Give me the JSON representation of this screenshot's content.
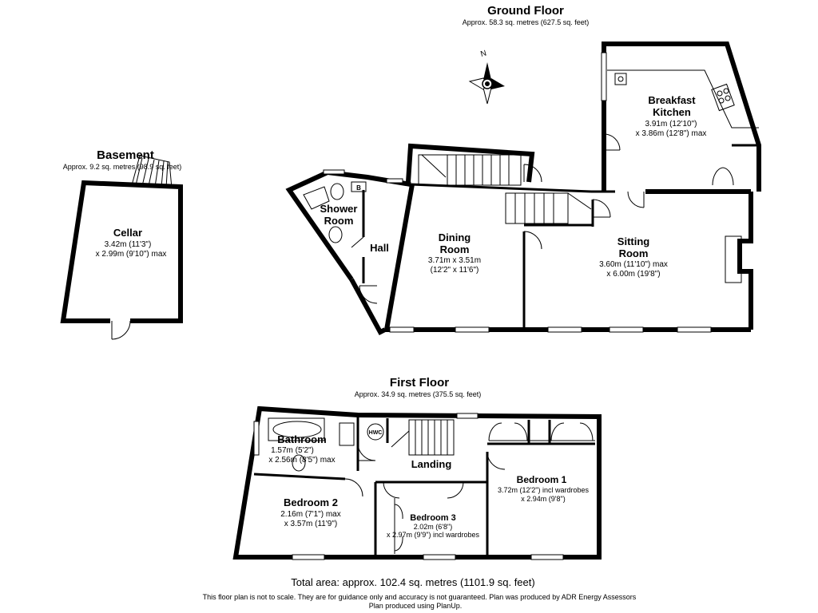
{
  "ground_floor": {
    "title": "Ground Floor",
    "area": "Approx. 58.3 sq. metres (627.5 sq. feet)",
    "compass": "N",
    "rooms": [
      {
        "name_lines": [
          "Breakfast",
          "Kitchen"
        ],
        "dims": [
          "3.91m (12'10\")",
          "x 3.86m (12'8\") max"
        ]
      },
      {
        "name_lines": [
          "Shower",
          "Room"
        ],
        "dims": []
      },
      {
        "name_lines": [
          "Hall"
        ],
        "dims": []
      },
      {
        "name_lines": [
          "Dining",
          "Room"
        ],
        "dims": [
          "3.71m x 3.51m",
          "(12'2\" x 11'6\")"
        ]
      },
      {
        "name_lines": [
          "Sitting",
          "Room"
        ],
        "dims": [
          "3.60m (11'10\") max",
          "x 6.00m (19'8\")"
        ]
      }
    ],
    "boiler_label": "B"
  },
  "basement": {
    "title": "Basement",
    "area": "Approx. 9.2 sq. metres (98.9 sq. feet)",
    "rooms": [
      {
        "name_lines": [
          "Cellar"
        ],
        "dims": [
          "3.42m (11'3\")",
          "x 2.99m (9'10\") max"
        ]
      }
    ]
  },
  "first_floor": {
    "title": "First Floor",
    "area": "Approx. 34.9 sq. metres (375.5 sq. feet)",
    "hwc_label": "HWC",
    "rooms": [
      {
        "name_lines": [
          "Bathroom"
        ],
        "dims": [
          "1.57m (5'2\")",
          "x 2.56m (8'5\") max"
        ]
      },
      {
        "name_lines": [
          "Landing"
        ],
        "dims": []
      },
      {
        "name_lines": [
          "Bedroom 1"
        ],
        "dims": [
          "3.72m (12'2\") incl wardrobes",
          "x 2.94m (9'8\")"
        ]
      },
      {
        "name_lines": [
          "Bedroom 2"
        ],
        "dims": [
          "2.16m (7'1\") max",
          "x 3.57m (11'9\")"
        ]
      },
      {
        "name_lines": [
          "Bedroom 3"
        ],
        "dims": [
          "2.02m (6'8\")",
          "x 2.97m (9'9\") incl wardrobes"
        ]
      }
    ]
  },
  "footer": {
    "total": "Total area: approx. 102.4 sq. metres (1101.9 sq. feet)",
    "disclaimer_line1": "This floor plan is not to scale. They are for guidance only and accuracy is not guaranteed. Plan was produced by ADR Energy Assessors",
    "disclaimer_line2": "Plan produced using PlanUp."
  }
}
